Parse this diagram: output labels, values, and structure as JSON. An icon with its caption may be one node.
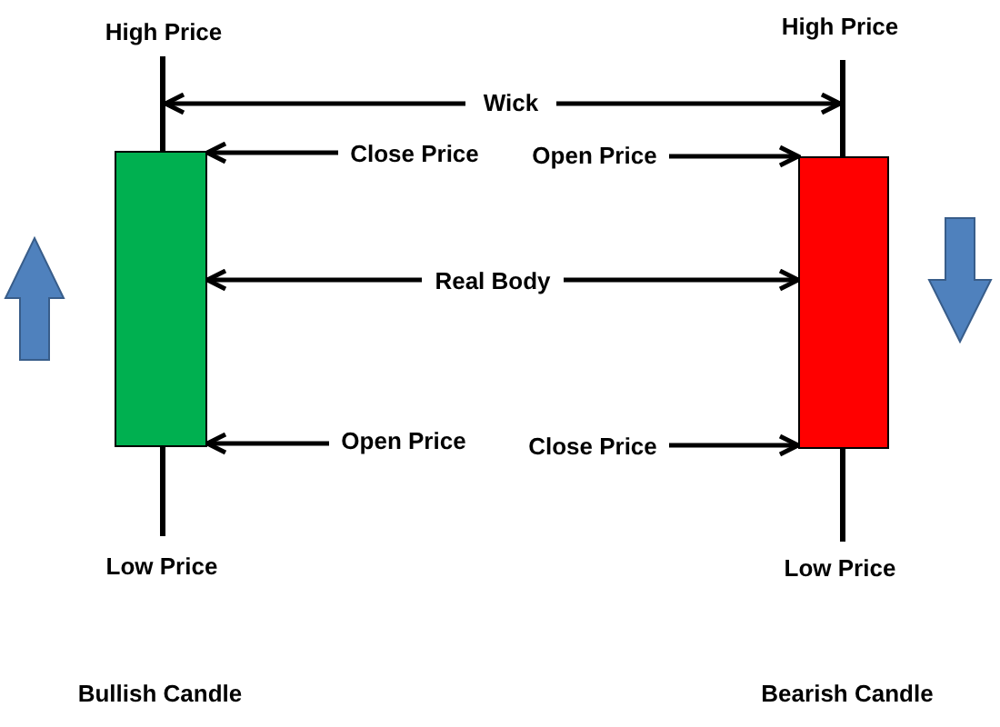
{
  "diagram": {
    "nodes": [
      {
        "text": [
          "High Price"
        ]
      },
      {
        "text": [
          "High Price"
        ]
      },
      {
        "text": [
          "Wick"
        ]
      },
      {
        "text": [
          "Close Price"
        ]
      },
      {
        "text": [
          "Open Price"
        ]
      },
      {
        "text": [
          "Real Body"
        ]
      },
      {
        "text": [
          "Open Price"
        ]
      },
      {
        "text": [
          "Close Price"
        ]
      },
      {
        "text": [
          "Low Price"
        ]
      },
      {
        "text": [
          "Low Price"
        ]
      },
      {
        "text": [],
        "shape": "box"
      },
      {
        "text": [],
        "shape": "box"
      },
      {
        "text": [],
        "shape": "bar"
      },
      {
        "text": [],
        "shape": "bar"
      },
      {
        "text": [],
        "shape": "bar"
      },
      {
        "text": [],
        "shape": "bar"
      }
    ],
    "edges": [
      {
        "from": 2,
        "to": 12,
        "arrow": "to"
      },
      {
        "from": 2,
        "to": 14,
        "arrow": "to"
      },
      {
        "from": 3,
        "to": 10,
        "arrow": "to"
      },
      {
        "from": 4,
        "to": 11,
        "arrow": "to"
      },
      {
        "from": 5,
        "to": 10,
        "arrow": "to"
      },
      {
        "from": 5,
        "to": 11,
        "arrow": "to"
      },
      {
        "from": 6,
        "to": 10,
        "arrow": "to"
      },
      {
        "from": 7,
        "to": 11,
        "arrow": "to"
      }
    ],
    "labels": [
      "Bullish Candle",
      "Bearish Candle"
    ]
  }
}
